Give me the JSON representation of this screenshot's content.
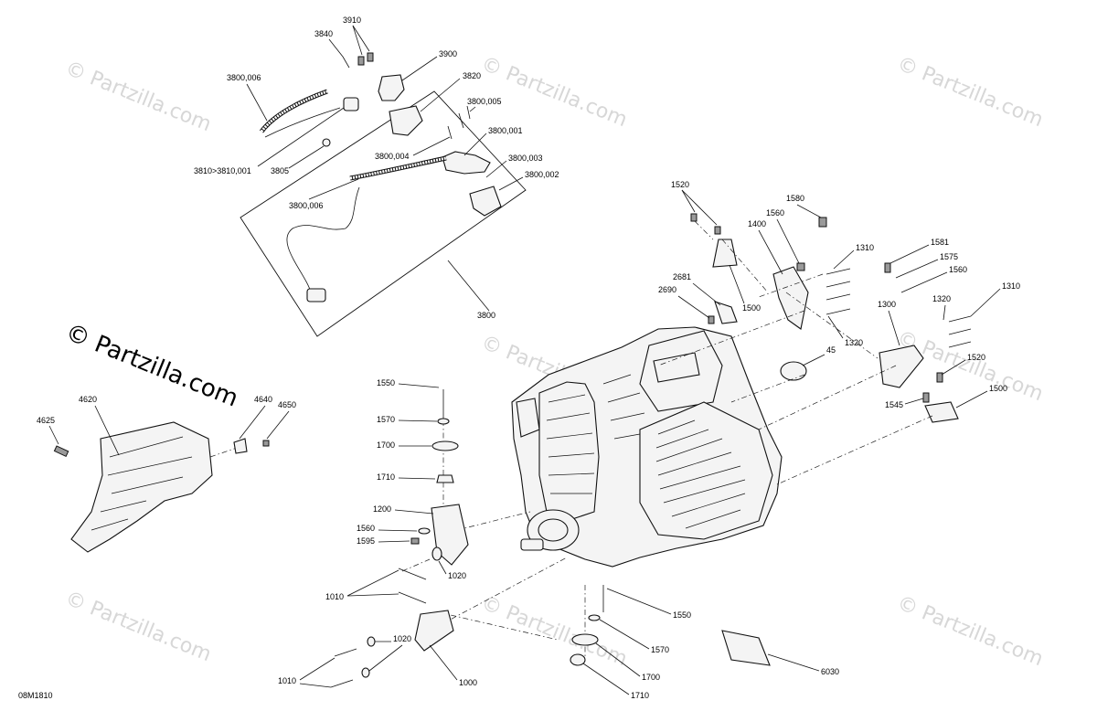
{
  "diagram": {
    "code": "08M1810",
    "watermark_main": "© Partzilla.com",
    "watermark_small": "© Partzilla.com",
    "part_numbers": {
      "p3910": "3910",
      "p3840": "3840",
      "p3900": "3900",
      "p3820": "3820",
      "p3800_006a": "3800,006",
      "p3800_005": "3800,005",
      "p3800_001": "3800,001",
      "p3800_004": "3800,004",
      "p3800_003": "3800,003",
      "p3800_002": "3800,002",
      "p3810": "3810>3810,001",
      "p3805": "3805",
      "p3800_006b": "3800,006",
      "p3800": "3800",
      "p1520a": "1520",
      "p1580": "1580",
      "p1560a": "1560",
      "p1400": "1400",
      "p1310a": "1310",
      "p1581": "1581",
      "p1575": "1575",
      "p1560b": "1560",
      "p1310b": "1310",
      "p2681": "2681",
      "p2690": "2690",
      "p1500a": "1500",
      "p1320a": "1320",
      "p1300": "1300",
      "p1320b": "1320",
      "p45": "45",
      "p1520b": "1520",
      "p1545": "1545",
      "p1500b": "1500",
      "p4620": "4620",
      "p4640": "4640",
      "p4650": "4650",
      "p4625": "4625",
      "p1550a": "1550",
      "p1570a": "1570",
      "p1700a": "1700",
      "p1710a": "1710",
      "p1200": "1200",
      "p1560c": "1560",
      "p1595": "1595",
      "p1020a": "1020",
      "p1010a": "1010",
      "p1550b": "1550",
      "p1570b": "1570",
      "p1020b": "1020",
      "p1700b": "1700",
      "p1010b": "1010",
      "p1000": "1000",
      "p1710b": "1710",
      "p6030": "6030"
    }
  }
}
